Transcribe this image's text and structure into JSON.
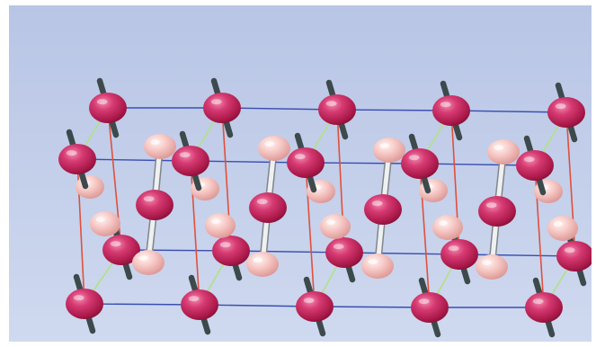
{
  "scene": {
    "description_kind": "molecular-crystal-render",
    "colors": {
      "background_top": "#b7c4e4",
      "background_bottom": "#cdd8ee",
      "frame": "#ffffff",
      "cell_edge_blue": "#3a4fb0",
      "cell_edge_red": "#e0503c",
      "hbond_green": "#b4e08c",
      "stick_dark": "#3c4a4c",
      "stick_light": "#cfd3d6",
      "atom_magenta": "#c8235e",
      "atom_pink": "#f4c2c0"
    },
    "atom_types": [
      "magenta-atom",
      "pink-atom"
    ]
  }
}
